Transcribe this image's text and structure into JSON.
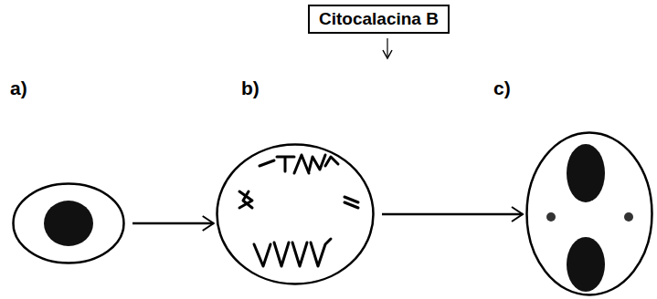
{
  "diagram": {
    "nodes": [
      {
        "text": [
          "Citocalacina B"
        ]
      },
      {
        "text": [
          "a)"
        ]
      },
      {
        "text": [
          "b)"
        ]
      },
      {
        "text": [
          "c)"
        ]
      }
    ],
    "edges": [
      {
        "from": 1,
        "to": 2,
        "arrow": "to"
      },
      {
        "from": 2,
        "to": 3,
        "arrow": "to"
      }
    ]
  }
}
